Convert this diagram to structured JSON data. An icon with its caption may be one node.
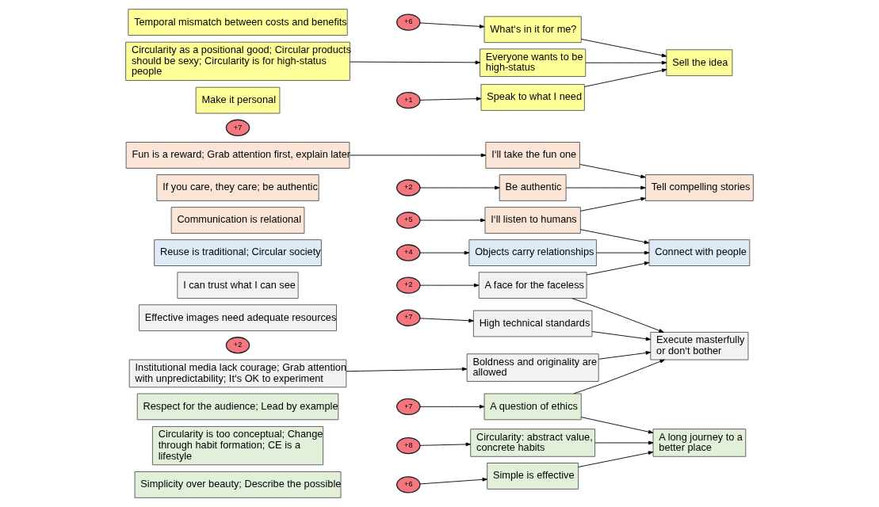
{
  "diagram": {
    "nodes": [
      {
        "text": [
          "Temporal mismatch between costs and benefits"
        ]
      },
      {
        "text": [
          "+6"
        ]
      },
      {
        "text": [
          "What‘s in it for me?"
        ]
      },
      {
        "text": [
          "Circularity as a positional good; Circular products should be sexy; Circularity is for high-status people"
        ]
      },
      {
        "text": [
          "Everyone wants to be high-status"
        ]
      },
      {
        "text": [
          "Make it personal"
        ]
      },
      {
        "text": [
          "+1"
        ]
      },
      {
        "text": [
          "Speak to what I need"
        ]
      },
      {
        "text": [
          "Fun is a reward; Grab attention first, explain later"
        ]
      },
      {
        "text": [
          "+7"
        ]
      },
      {
        "text": [
          "I‘ll take the fun one"
        ]
      },
      {
        "text": [
          "If you care, they care; be authentic"
        ]
      },
      {
        "text": [
          "+2"
        ]
      },
      {
        "text": [
          "Be authentic"
        ]
      },
      {
        "text": [
          "Communication is relational"
        ]
      },
      {
        "text": [
          "+5"
        ]
      },
      {
        "text": [
          "I‘ll listen to humans"
        ]
      },
      {
        "text": [
          "Reuse is traditional; Circular society"
        ]
      },
      {
        "text": [
          "+4"
        ]
      },
      {
        "text": [
          "Objects carry relationships"
        ]
      },
      {
        "text": [
          "I can trust what I can see"
        ]
      },
      {
        "text": [
          "+2"
        ]
      },
      {
        "text": [
          "A face for the faceless"
        ]
      },
      {
        "text": [
          "Effective images need adequate resources"
        ]
      },
      {
        "text": [
          "+7"
        ]
      },
      {
        "text": [
          "High technical standards"
        ]
      },
      {
        "text": [
          "Institutional media lack courage; Grab attention with unpredictability; It‘s OK to experiment"
        ]
      },
      {
        "text": [
          "+2"
        ]
      },
      {
        "text": [
          "Boldness and originality are allowed"
        ]
      },
      {
        "text": [
          "Respect for the audience; Lead by example"
        ]
      },
      {
        "text": [
          "+7"
        ]
      },
      {
        "text": [
          "A question of ethics"
        ]
      },
      {
        "text": [
          "Circularity is too conceptual; Change through habit formation; CE is a lifestyle"
        ]
      },
      {
        "text": [
          "+8"
        ]
      },
      {
        "text": [
          "Circularity: abstract value, concrete habits"
        ]
      },
      {
        "text": [
          "Simplicity over beauty; Describe the possible"
        ]
      },
      {
        "text": [
          "+6"
        ]
      },
      {
        "text": [
          "Simple is effective"
        ]
      },
      {
        "text": [
          "Sell the idea"
        ]
      },
      {
        "text": [
          "Tell compelling stories"
        ]
      },
      {
        "text": [
          "Connect with people"
        ]
      },
      {
        "text": [
          "Execute masterfully or don‘t bother"
        ]
      },
      {
        "text": [
          "A long journey to a better place"
        ]
      }
    ],
    "edges": [
      {
        "from": 1,
        "to": 2,
        "arrow": "to"
      },
      {
        "from": 3,
        "to": 4,
        "arrow": "to"
      },
      {
        "from": 6,
        "to": 7,
        "arrow": "to"
      },
      {
        "from": 8,
        "to": 10,
        "arrow": "to"
      },
      {
        "from": 12,
        "to": 13,
        "arrow": "to"
      },
      {
        "from": 15,
        "to": 16,
        "arrow": "to"
      },
      {
        "from": 18,
        "to": 19,
        "arrow": "to"
      },
      {
        "from": 21,
        "to": 22,
        "arrow": "to"
      },
      {
        "from": 24,
        "to": 25,
        "arrow": "to"
      },
      {
        "from": 26,
        "to": 28,
        "arrow": "to"
      },
      {
        "from": 30,
        "to": 31,
        "arrow": "to"
      },
      {
        "from": 33,
        "to": 34,
        "arrow": "to"
      },
      {
        "from": 36,
        "to": 37,
        "arrow": "to"
      },
      {
        "from": 2,
        "to": 38,
        "arrow": "to"
      },
      {
        "from": 4,
        "to": 38,
        "arrow": "to"
      },
      {
        "from": 7,
        "to": 38,
        "arrow": "to"
      },
      {
        "from": 10,
        "to": 39,
        "arrow": "to"
      },
      {
        "from": 13,
        "to": 39,
        "arrow": "to"
      },
      {
        "from": 16,
        "to": 39,
        "arrow": "to"
      },
      {
        "from": 16,
        "to": 40,
        "arrow": "to"
      },
      {
        "from": 19,
        "to": 40,
        "arrow": "to"
      },
      {
        "from": 22,
        "to": 40,
        "arrow": "to"
      },
      {
        "from": 22,
        "to": 41,
        "arrow": "to"
      },
      {
        "from": 25,
        "to": 41,
        "arrow": "to"
      },
      {
        "from": 28,
        "to": 41,
        "arrow": "to"
      },
      {
        "from": 31,
        "to": 41,
        "arrow": "to"
      },
      {
        "from": 31,
        "to": 42,
        "arrow": "to"
      },
      {
        "from": 34,
        "to": 42,
        "arrow": "to"
      },
      {
        "from": 37,
        "to": 42,
        "arrow": "to"
      }
    ]
  }
}
